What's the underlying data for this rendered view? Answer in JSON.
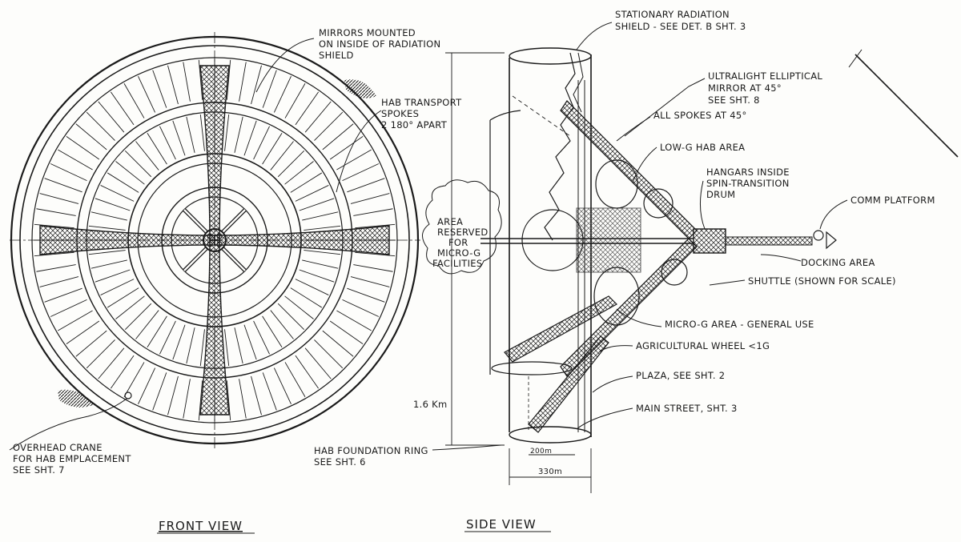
{
  "views": {
    "front_title": "FRONT VIEW",
    "side_title": "SIDE VIEW"
  },
  "front_labels": {
    "mirrors_1": "MIRRORS MOUNTED",
    "mirrors_2": "ON INSIDE OF RADIATION",
    "mirrors_3": "SHIELD",
    "spokes_1": "HAB TRANSPORT",
    "spokes_2": "SPOKES",
    "spokes_3": "2 180° APART",
    "crane_1": "OVERHEAD CRANE",
    "crane_2": "FOR HAB EMPLACEMENT",
    "crane_3": "SEE SHT. 7"
  },
  "side_labels": {
    "shield_1": "STATIONARY RADIATION",
    "shield_2": "SHIELD - SEE DET. B SHT. 3",
    "mirror_1": "ULTRALIGHT ELLIPTICAL",
    "mirror_2": "MIRROR AT 45°",
    "mirror_3": "SEE SHT. 8",
    "all_spokes": "ALL SPOKES AT 45°",
    "low_g": "LOW-G HAB AREA",
    "hangars_1": "HANGARS INSIDE",
    "hangars_2": "SPIN-TRANSITION",
    "hangars_3": "DRUM",
    "comm": "COMM PLATFORM",
    "area_1": "AREA",
    "area_2": "RESERVED",
    "area_3": "FOR",
    "area_4": "MICRO-G",
    "area_5": "FACILITIES",
    "docking": "DOCKING AREA",
    "shuttle": "SHUTTLE (SHOWN FOR SCALE)",
    "micro_g": "MICRO-G AREA - GENERAL USE",
    "agri": "AGRICULTURAL WHEEL <1G",
    "plaza": "PLAZA, SEE SHT. 2",
    "main_street": "MAIN STREET, SHT. 3",
    "hab_ring_1": "HAB FOUNDATION RING",
    "hab_ring_2": "SEE SHT. 6"
  },
  "dimensions": {
    "height": "1.6 Km",
    "inner_width": "200m",
    "outer_width": "330m"
  }
}
